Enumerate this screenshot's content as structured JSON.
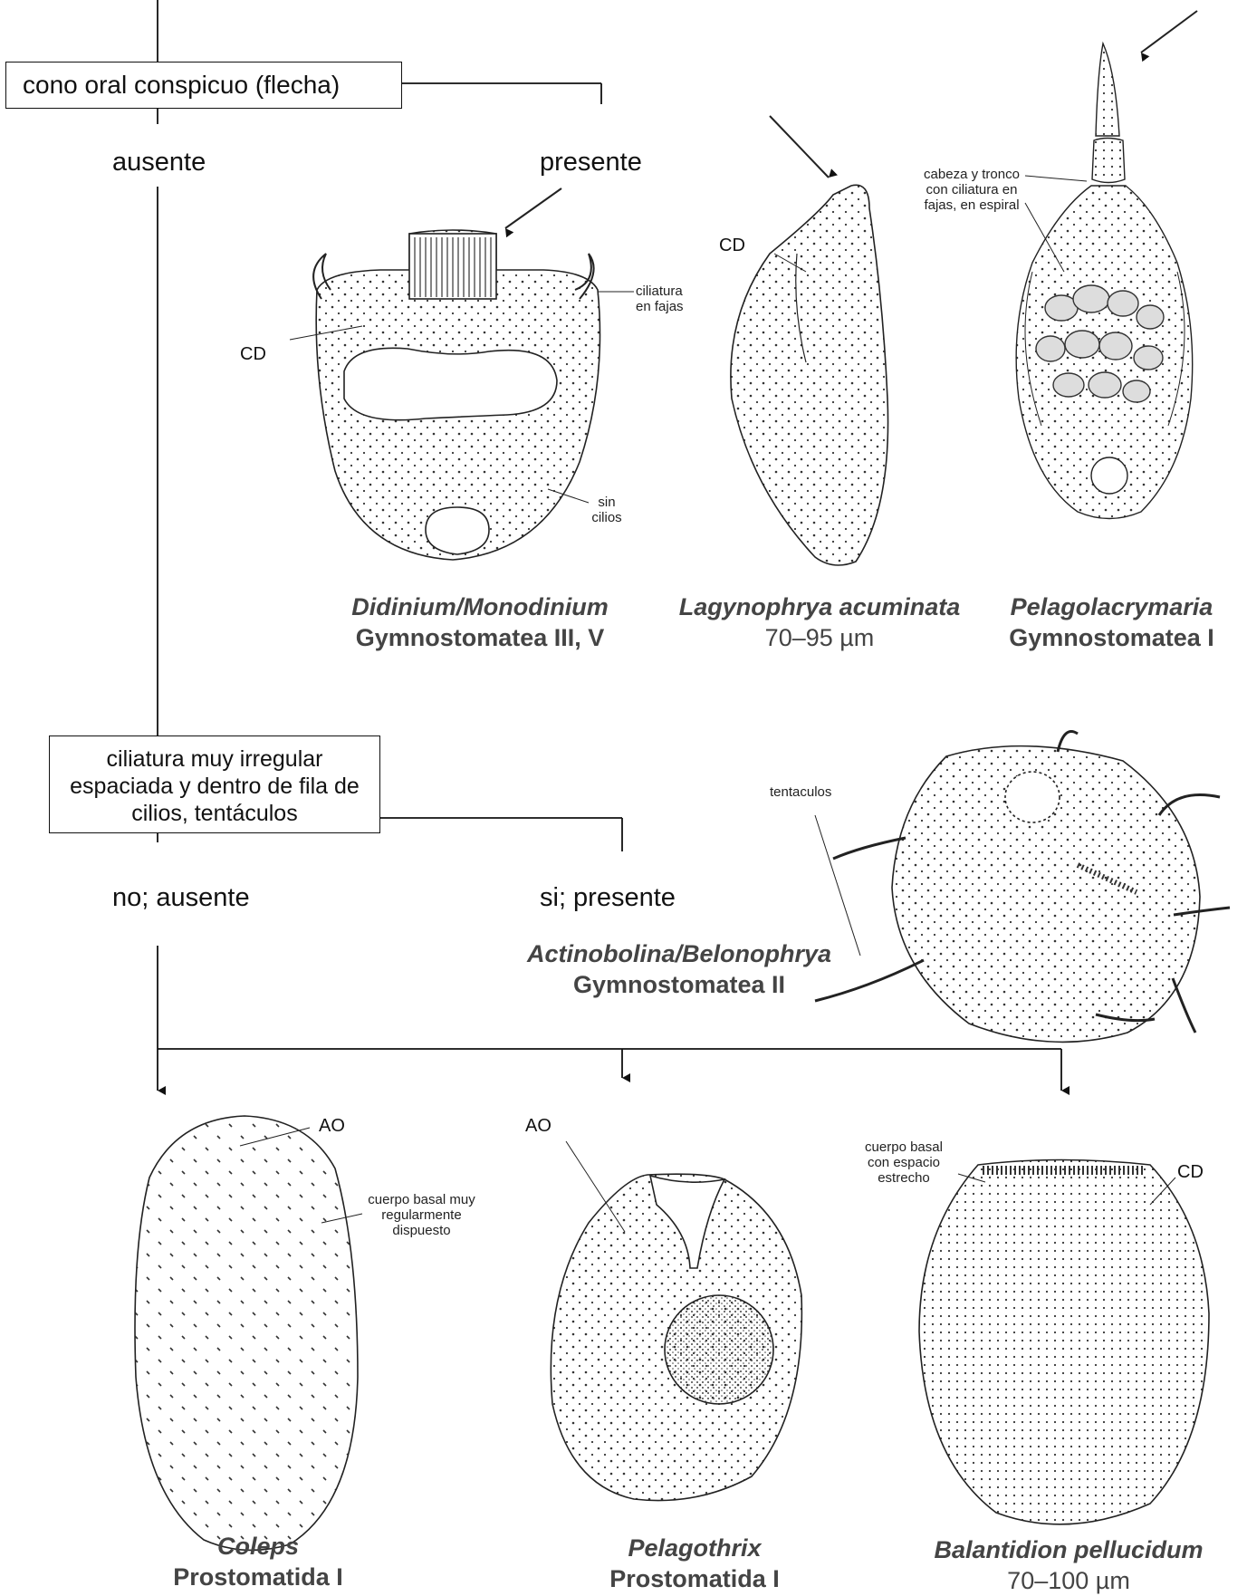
{
  "key1": {
    "question": "cono oral conspicuo (flecha)",
    "left": "ausente",
    "right": "presente"
  },
  "key2": {
    "question": "ciliatura muy irregular espaciada y dentro de fila de cilios, tentáculos",
    "left": "no; ausente",
    "right": "si; presente"
  },
  "organisms": [
    {
      "species": "Didinium/Monodinium",
      "taxon": "Gymnostomatea III, V",
      "size": "",
      "annotations": [
        "CD",
        "ciliatura en fajas",
        "sin cilios"
      ]
    },
    {
      "species": "Lagynophrya acuminata",
      "taxon": "",
      "size": "70–95 µm",
      "annotations": [
        "CD"
      ]
    },
    {
      "species": "Pelagolacrymaria",
      "taxon": "Gymnostomatea I",
      "size": "",
      "annotations": [
        "cabeza y tronco con ciliatura en fajas, en espiral"
      ]
    },
    {
      "species": "Actinobolina/Belonophrya",
      "taxon": "Gymnostomatea II",
      "size": "",
      "annotations": [
        "tentaculos"
      ]
    },
    {
      "species": "Coleps",
      "taxon": "Prostomatida I",
      "size": "",
      "annotations": [
        "AO",
        "cuerpo basal muy regularmente dispuesto"
      ]
    },
    {
      "species": "Pelagothrix",
      "taxon": "Prostomatida I",
      "size": "",
      "annotations": [
        "AO"
      ]
    },
    {
      "species": "Balantidion pellucidum",
      "taxon": "",
      "size": "70–100 µm",
      "annotations": [
        "cuerpo basal con espacio estrecho",
        "CD"
      ]
    }
  ]
}
